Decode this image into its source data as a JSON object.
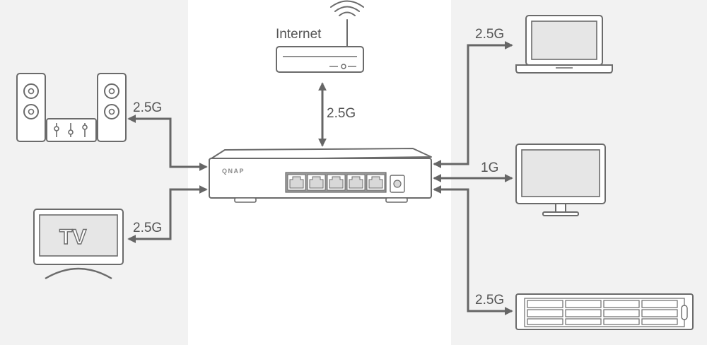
{
  "diagram": {
    "internet_label": "Internet",
    "brand": "QNAP",
    "tv_text": "TV",
    "links": {
      "speakers": "2.5G",
      "tv": "2.5G",
      "router": "2.5G",
      "laptop": "2.5G",
      "monitor": "1G",
      "nas": "2.5G"
    }
  },
  "colors": {
    "side_panel": "#f2f2f2",
    "line": "#666666",
    "outline": "#6b6b6b",
    "screen": "#e6e6e6"
  }
}
